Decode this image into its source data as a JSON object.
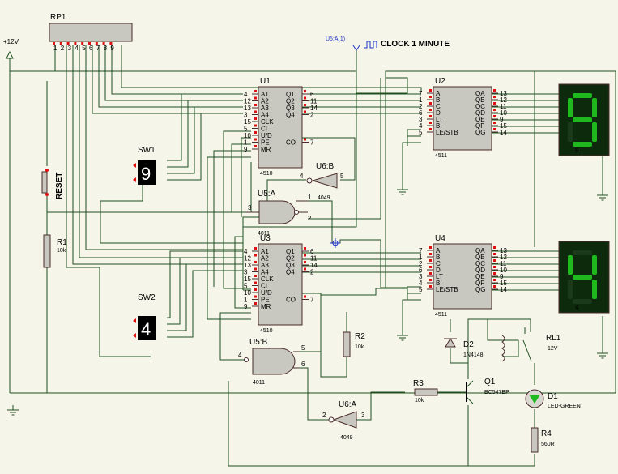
{
  "rp1": {
    "ref": "RP1",
    "pins": [
      "1",
      "2",
      "3",
      "4",
      "5",
      "6",
      "7",
      "8",
      "9"
    ]
  },
  "power": {
    "label": "+12V"
  },
  "clock": {
    "source": "U5:A(1)",
    "label": "CLOCK 1 MINUTE"
  },
  "reset": {
    "label": "RESET"
  },
  "r1": {
    "ref": "R1",
    "value": "10k"
  },
  "r2": {
    "ref": "R2",
    "value": "10k"
  },
  "r3": {
    "ref": "R3",
    "value": "10k"
  },
  "r4": {
    "ref": "R4",
    "value": "560R"
  },
  "d1": {
    "ref": "D1",
    "value": "LED-GREEN"
  },
  "d2": {
    "ref": "D2",
    "value": "1N4148"
  },
  "q1": {
    "ref": "Q1",
    "value": "BC547BP"
  },
  "rl1": {
    "ref": "RL1",
    "value": "12V"
  },
  "sw1": {
    "ref": "SW1",
    "digit": "9"
  },
  "sw2": {
    "ref": "SW2",
    "digit": "4"
  },
  "u1": {
    "ref": "U1",
    "part": "4510",
    "left": [
      [
        "4",
        "A1"
      ],
      [
        "12",
        "A2"
      ],
      [
        "13",
        "A3"
      ],
      [
        "3",
        "A4"
      ],
      [
        "15",
        "CLK"
      ],
      [
        "5",
        "CI"
      ],
      [
        "10",
        "U/D"
      ],
      [
        "1",
        "PE"
      ],
      [
        "9",
        "MR"
      ]
    ],
    "right": [
      [
        "6",
        "Q1"
      ],
      [
        "11",
        "Q2"
      ],
      [
        "14",
        "Q3"
      ],
      [
        "2",
        "Q4"
      ],
      [
        "7",
        "CO"
      ]
    ]
  },
  "u3": {
    "ref": "U3",
    "part": "4510",
    "left": [
      [
        "4",
        "A1"
      ],
      [
        "12",
        "A2"
      ],
      [
        "13",
        "A3"
      ],
      [
        "3",
        "A4"
      ],
      [
        "15",
        "CLK"
      ],
      [
        "5",
        "CI"
      ],
      [
        "10",
        "U/D"
      ],
      [
        "1",
        "PE"
      ],
      [
        "9",
        "MR"
      ]
    ],
    "right": [
      [
        "6",
        "Q1"
      ],
      [
        "11",
        "Q2"
      ],
      [
        "14",
        "Q3"
      ],
      [
        "2",
        "Q4"
      ],
      [
        "7",
        "CO"
      ]
    ]
  },
  "u2": {
    "ref": "U2",
    "part": "4511",
    "left": [
      [
        "7",
        "A"
      ],
      [
        "1",
        "B"
      ],
      [
        "2",
        "C"
      ],
      [
        "6",
        "D"
      ],
      [
        "3",
        "LT"
      ],
      [
        "4",
        "BI"
      ],
      [
        "5",
        "LE/STB"
      ]
    ],
    "right": [
      [
        "13",
        "QA"
      ],
      [
        "12",
        "QB"
      ],
      [
        "11",
        "QC"
      ],
      [
        "10",
        "QD"
      ],
      [
        "9",
        "QE"
      ],
      [
        "15",
        "QF"
      ],
      [
        "14",
        "QG"
      ]
    ]
  },
  "u4": {
    "ref": "U4",
    "part": "4511",
    "left": [
      [
        "7",
        "A"
      ],
      [
        "1",
        "B"
      ],
      [
        "2",
        "C"
      ],
      [
        "6",
        "D"
      ],
      [
        "3",
        "LT"
      ],
      [
        "4",
        "BI"
      ],
      [
        "5",
        "LE/STB"
      ]
    ],
    "right": [
      [
        "13",
        "QA"
      ],
      [
        "12",
        "QB"
      ],
      [
        "11",
        "QC"
      ],
      [
        "10",
        "QD"
      ],
      [
        "9",
        "QE"
      ],
      [
        "15",
        "QF"
      ],
      [
        "14",
        "QG"
      ]
    ]
  },
  "u5a": {
    "ref": "U5:A",
    "part": "4011",
    "pins": [
      "3",
      "1",
      "2"
    ]
  },
  "u5b": {
    "ref": "U5:B",
    "part": "4011",
    "pins": [
      "4",
      "5",
      "6"
    ]
  },
  "u6a": {
    "ref": "U6:A",
    "part": "4049",
    "pins": [
      "2",
      "3"
    ]
  },
  "u6b": {
    "ref": "U6:B",
    "part": "4049",
    "pins": [
      "4",
      "5"
    ]
  },
  "disp1": {
    "digit": "9"
  },
  "disp2": {
    "digit": "4"
  },
  "colors": {
    "wire": "#1f4f1f",
    "chip": "#c8c8c0",
    "led_on": "#1fb81f",
    "led_bg": "#0d2a0d",
    "bg": "#f6f5e9"
  }
}
